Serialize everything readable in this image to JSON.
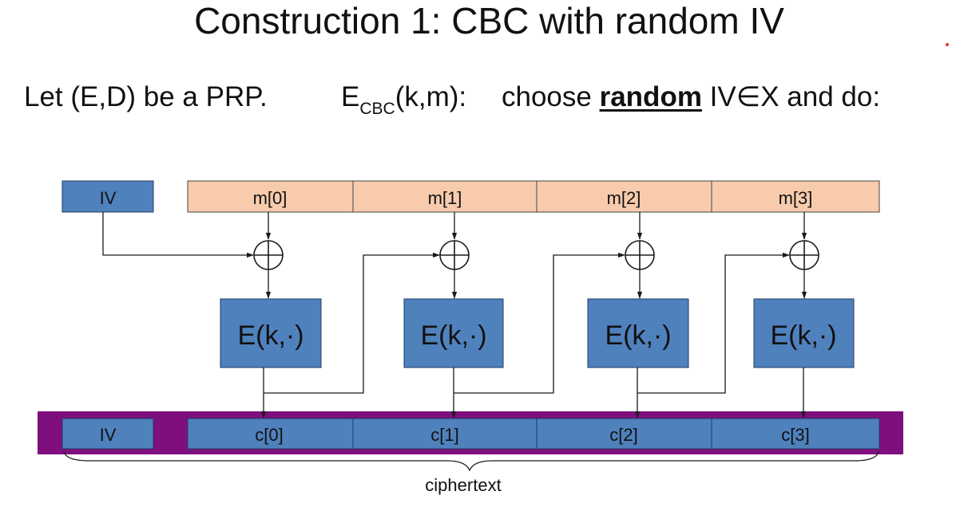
{
  "title": "Construction 1:   CBC with random IV",
  "intro": {
    "prp_statement": "Let (E,D) be a PRP.",
    "enc_func": "E",
    "enc_sub": "CBC",
    "enc_args": "(k,m):",
    "choose_prefix": "choose ",
    "choose_emphasis": "random",
    "choose_suffix": " IV∈X and do:"
  },
  "diagram": {
    "iv_label": "IV",
    "message_blocks": [
      "m[0]",
      "m[1]",
      "m[2]",
      "m[3]"
    ],
    "cipher_label": "E(k,·)",
    "ciphertext_iv_label": "IV",
    "ciphertext_blocks": [
      "c[0]",
      "c[1]",
      "c[2]",
      "c[3]"
    ],
    "ciphertext_brace_label": "ciphertext"
  },
  "colors": {
    "message_fill": "#f8cbad",
    "block_fill": "#4f81bd",
    "ciphertext_band": "#7f0f7e",
    "stroke": "#1a1a1a"
  }
}
